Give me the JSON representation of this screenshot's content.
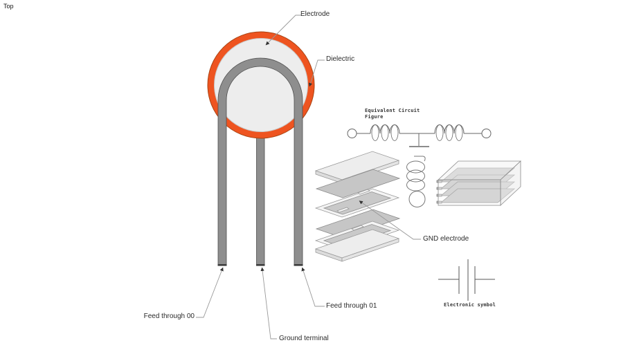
{
  "viewport": {
    "view_label": "Top"
  },
  "diagram": {
    "labels": {
      "electrode": "Electrode",
      "dielectric": "Dielectric",
      "feed_through_00": "Feed through 00",
      "ground_terminal": "Ground terminal",
      "feed_through_01": "Feed through 01",
      "gnd_electrode": "GND electrode"
    },
    "equivalent_circuit": {
      "title_line1": "Equivalent Circuit",
      "title_line2": "Figure"
    },
    "electronic_symbol": {
      "caption": "Electronic symbol"
    },
    "colors": {
      "electrode_orange": "#ee5420",
      "electrode_orange_edge": "#a84312",
      "lead_gray": "#8e8e8e",
      "lead_gray_edge": "#4f4f4f",
      "dielectric_fill": "#ededed",
      "sheet_gray": "#c6c6c6",
      "slab_light": "#ededed",
      "line_gray": "#666666",
      "leader_gray": "#999999"
    }
  }
}
